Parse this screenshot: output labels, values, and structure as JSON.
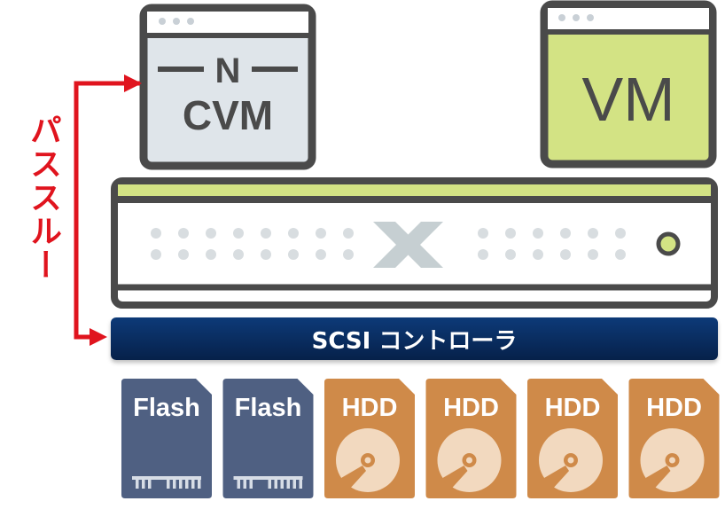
{
  "cvm_window": {
    "line1": "N",
    "line2": "CVM"
  },
  "vm_window": {
    "title": "VM"
  },
  "passthrough": {
    "label": "パススルー"
  },
  "controller": {
    "label": "SCSI コントローラ"
  },
  "drives": [
    {
      "type": "flash",
      "label": "Flash"
    },
    {
      "type": "flash",
      "label": "Flash"
    },
    {
      "type": "hdd",
      "label": "HDD"
    },
    {
      "type": "hdd",
      "label": "HDD"
    },
    {
      "type": "hdd",
      "label": "HDD"
    },
    {
      "type": "hdd",
      "label": "HDD"
    }
  ],
  "colors": {
    "outline": "#4a4a4a",
    "cvm_fill": "#dfe5ea",
    "vm_fill": "#d3e384",
    "arrow": "#e0141e",
    "controller": "#0b2f63",
    "flash": "#4f6082",
    "hdd": "#cf8a49",
    "server_logo": "#c6cfd2"
  },
  "icons": {
    "node_logo": "nutanix-x-icon",
    "power_led": "power-led-icon",
    "flash_chip": "flash-chip-icon",
    "hdd_platter": "hdd-platter-icon"
  }
}
